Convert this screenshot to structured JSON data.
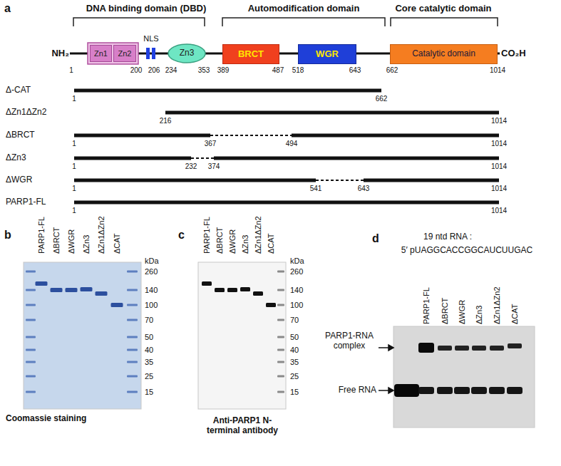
{
  "diagram": {
    "nodes": [
      {
        "text": [
          "Zn1"
        ]
      },
      {
        "text": [
          "Zn2"
        ]
      },
      {
        "text": [
          "Zn3"
        ]
      },
      {
        "text": [
          "BRCT"
        ]
      },
      {
        "text": [
          "WGR"
        ]
      },
      {
        "text": [
          "Catalytic domain"
        ]
      }
    ],
    "labels": [
      "a",
      "DNA binding domain (DBD)",
      "Automodification domain",
      "Core catalytic domain",
      "NH₂",
      "CO₂H",
      "NLS",
      "1",
      "200",
      "206",
      "234",
      "353",
      "389",
      "487",
      "518",
      "643",
      "662",
      "1014",
      "Δ-CAT",
      "1",
      "662",
      "ΔZn1ΔZn2",
      "216",
      "1014",
      "ΔBRCT",
      "1",
      "367",
      "494",
      "1014",
      "ΔZn3",
      "1",
      "232",
      "374",
      "1014",
      "ΔWGR",
      "1",
      "541",
      "643",
      "1014",
      "PARP1-FL",
      "1",
      "1014",
      "b",
      "PARP1-FL",
      "ΔBRCT",
      "ΔWGR",
      "ΔZn3",
      "ΔZn1ΔZn2",
      "ΔCAT",
      "kDa",
      "260",
      "140",
      "100",
      "70",
      "50",
      "40",
      "35",
      "25",
      "15",
      "Coomassie staining",
      "c",
      "PARP1-FL",
      "ΔBRCT",
      "ΔWGR",
      "ΔZn3",
      "ΔZn1ΔZn2",
      "ΔCAT",
      "kDa",
      "260",
      "140",
      "100",
      "70",
      "50",
      "40",
      "35",
      "25",
      "15",
      "Anti-PARP1 N-terminal antibody",
      "d",
      "19 ntd RNA :",
      "5′ pUAGGCACCGGCAUCUUGAC",
      "PARP1-FL",
      "ΔBRCT",
      "ΔWGR",
      "ΔZn3",
      "ΔZn1ΔZn2",
      "ΔCAT",
      "PARP1-RNA complex",
      "Free RNA"
    ]
  }
}
